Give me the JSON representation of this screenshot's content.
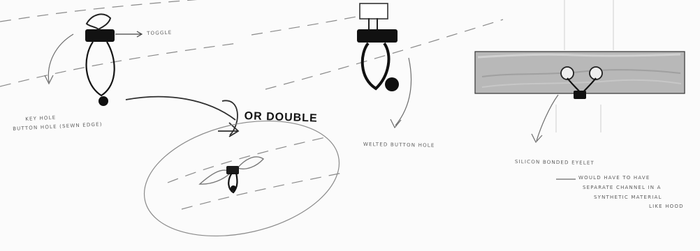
{
  "labels": {
    "toggle": "TOGGLE",
    "key_hole": "KEY HOLE",
    "button_hole": "BUTTON HOLE (SEWN EDGE)",
    "or_double": "OR DOUBLE",
    "welted_button_hole": "WELTED BUTTON HOLE",
    "silicon_bonded_eyelet": "SILICON BONDED EYELET",
    "note_line_1": "WOULD HAVE TO HAVE",
    "note_line_2": "SEPARATE CHANNEL IN A",
    "note_line_3": "SYNTHETIC MATERIAL",
    "note_line_4": "LIKE HOOD"
  },
  "colors": {
    "paper": "#fbfbfb",
    "ink": "#111111",
    "pencil": "#6f6f6f",
    "fabric": "#b8b8b8"
  }
}
